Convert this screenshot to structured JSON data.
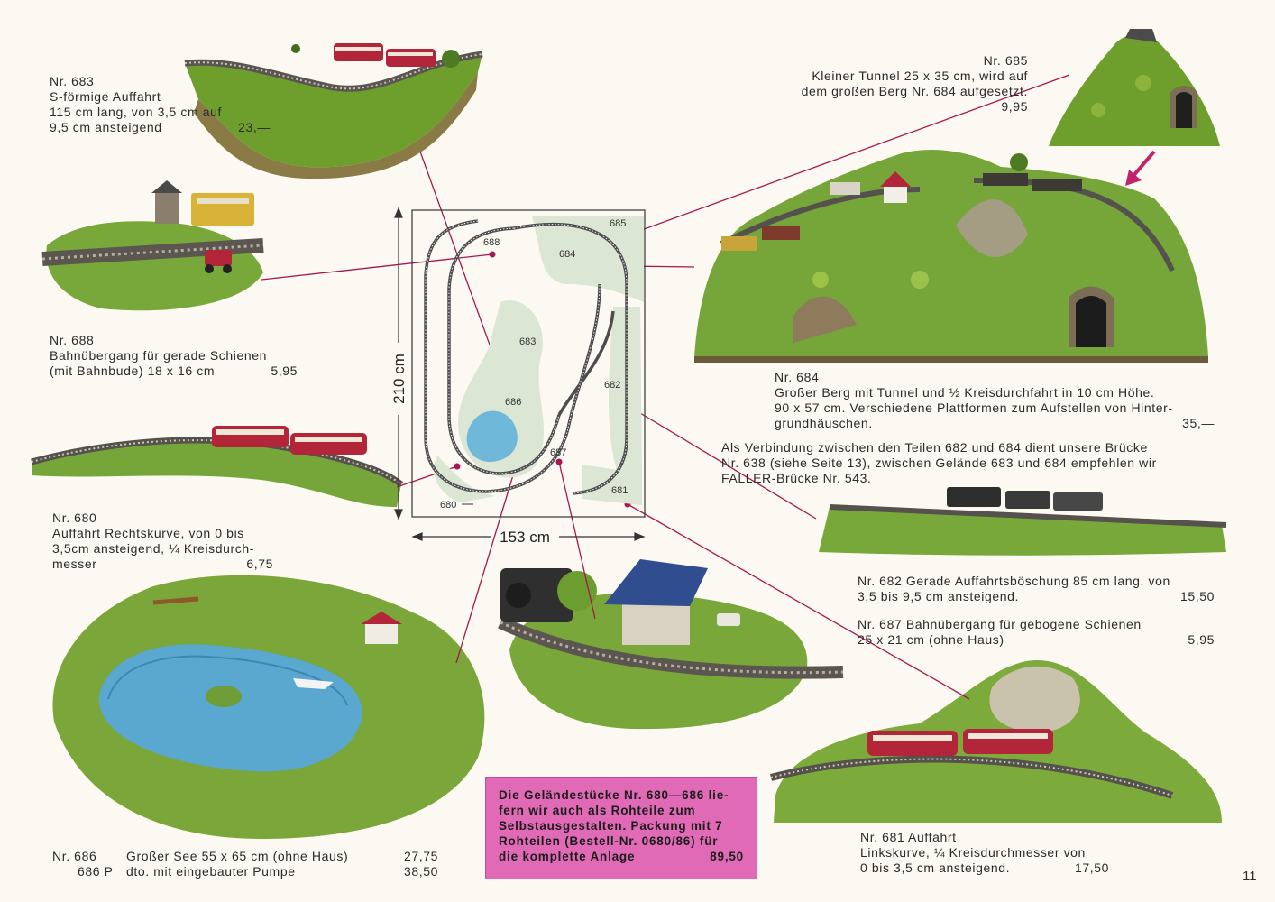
{
  "page_number": "11",
  "colors": {
    "accent_line": "#a8174f",
    "box": "#e06ab6",
    "grass": "#6e9e2c",
    "water": "#5aa7cf"
  },
  "items": {
    "n683": {
      "lines": [
        "Nr. 683",
        "S-förmige Auffahrt",
        "115 cm lang, von 3,5 cm auf"
      ],
      "last": "9,5 cm ansteigend",
      "price": "23,—"
    },
    "n685": {
      "lines": [
        "Nr. 685",
        "Kleiner Tunnel 25 x 35 cm, wird auf",
        "dem großen Berg Nr. 684 aufgesetzt."
      ],
      "price": "9,95"
    },
    "n688": {
      "lines": [
        "Nr. 688",
        "Bahnübergang für gerade Schienen"
      ],
      "last": "(mit Bahnbude) 18 x 16 cm",
      "price": "5,95"
    },
    "n684": {
      "lines": [
        "Nr. 684",
        "Großer Berg mit Tunnel und ½ Kreisdurchfahrt in 10 cm Höhe.",
        "90 x 57 cm. Verschiedene Plattformen zum Aufstellen von Hinter-"
      ],
      "last": "grundhäuschen.",
      "price": "35,—"
    },
    "note_bridge": {
      "lines": [
        "Als Verbindung zwischen den Teilen 682 und 684 dient unsere Brücke",
        "Nr. 638 (siehe Seite 13), zwischen Gelände 683 und 684 empfehlen wir",
        "FALLER-Brücke Nr. 543."
      ]
    },
    "n680": {
      "lines": [
        "Nr. 680",
        "Auffahrt Rechtskurve, von 0 bis",
        "3,5cm ansteigend, ¼ Kreisdurch-"
      ],
      "last": "messer",
      "price": "6,75"
    },
    "n682": {
      "first": "Nr. 682  Gerade Auffahrtsböschung 85 cm lang, von",
      "last": "3,5 bis 9,5 cm ansteigend.",
      "price": "15,50"
    },
    "n687": {
      "first": "Nr. 687  Bahnübergang für gebogene Schienen",
      "last": "25 x 21 cm (ohne Haus)",
      "price": "5,95"
    },
    "n686": {
      "row1": {
        "nr": "Nr. 686",
        "text": "Großer See 55 x 65 cm (ohne Haus)",
        "price": "27,75"
      },
      "row2": {
        "nr": "686 P",
        "text": "dto. mit eingebauter Pumpe",
        "price": "38,50"
      }
    },
    "n681": {
      "lines": [
        "Nr. 681  Auffahrt",
        "Linkskurve, ¼ Kreisdurchmesser von"
      ],
      "last": "0 bis 3,5 cm ansteigend.",
      "price": "17,50"
    }
  },
  "pink_box": {
    "lines": [
      "Die Geländestücke Nr. 680—686 lie-",
      "fern wir auch als Rohteile zum",
      "Selbstausgestalten. Packung mit 7",
      "Rohteilen (Bestell-Nr. 0680/86) für"
    ],
    "last": "die komplette Anlage",
    "price": "89,50"
  },
  "diagram": {
    "height_label": "210 cm",
    "width_label": "153 cm",
    "piece_labels": [
      "685",
      "688",
      "684",
      "683",
      "682",
      "686",
      "687",
      "681",
      "680"
    ]
  }
}
